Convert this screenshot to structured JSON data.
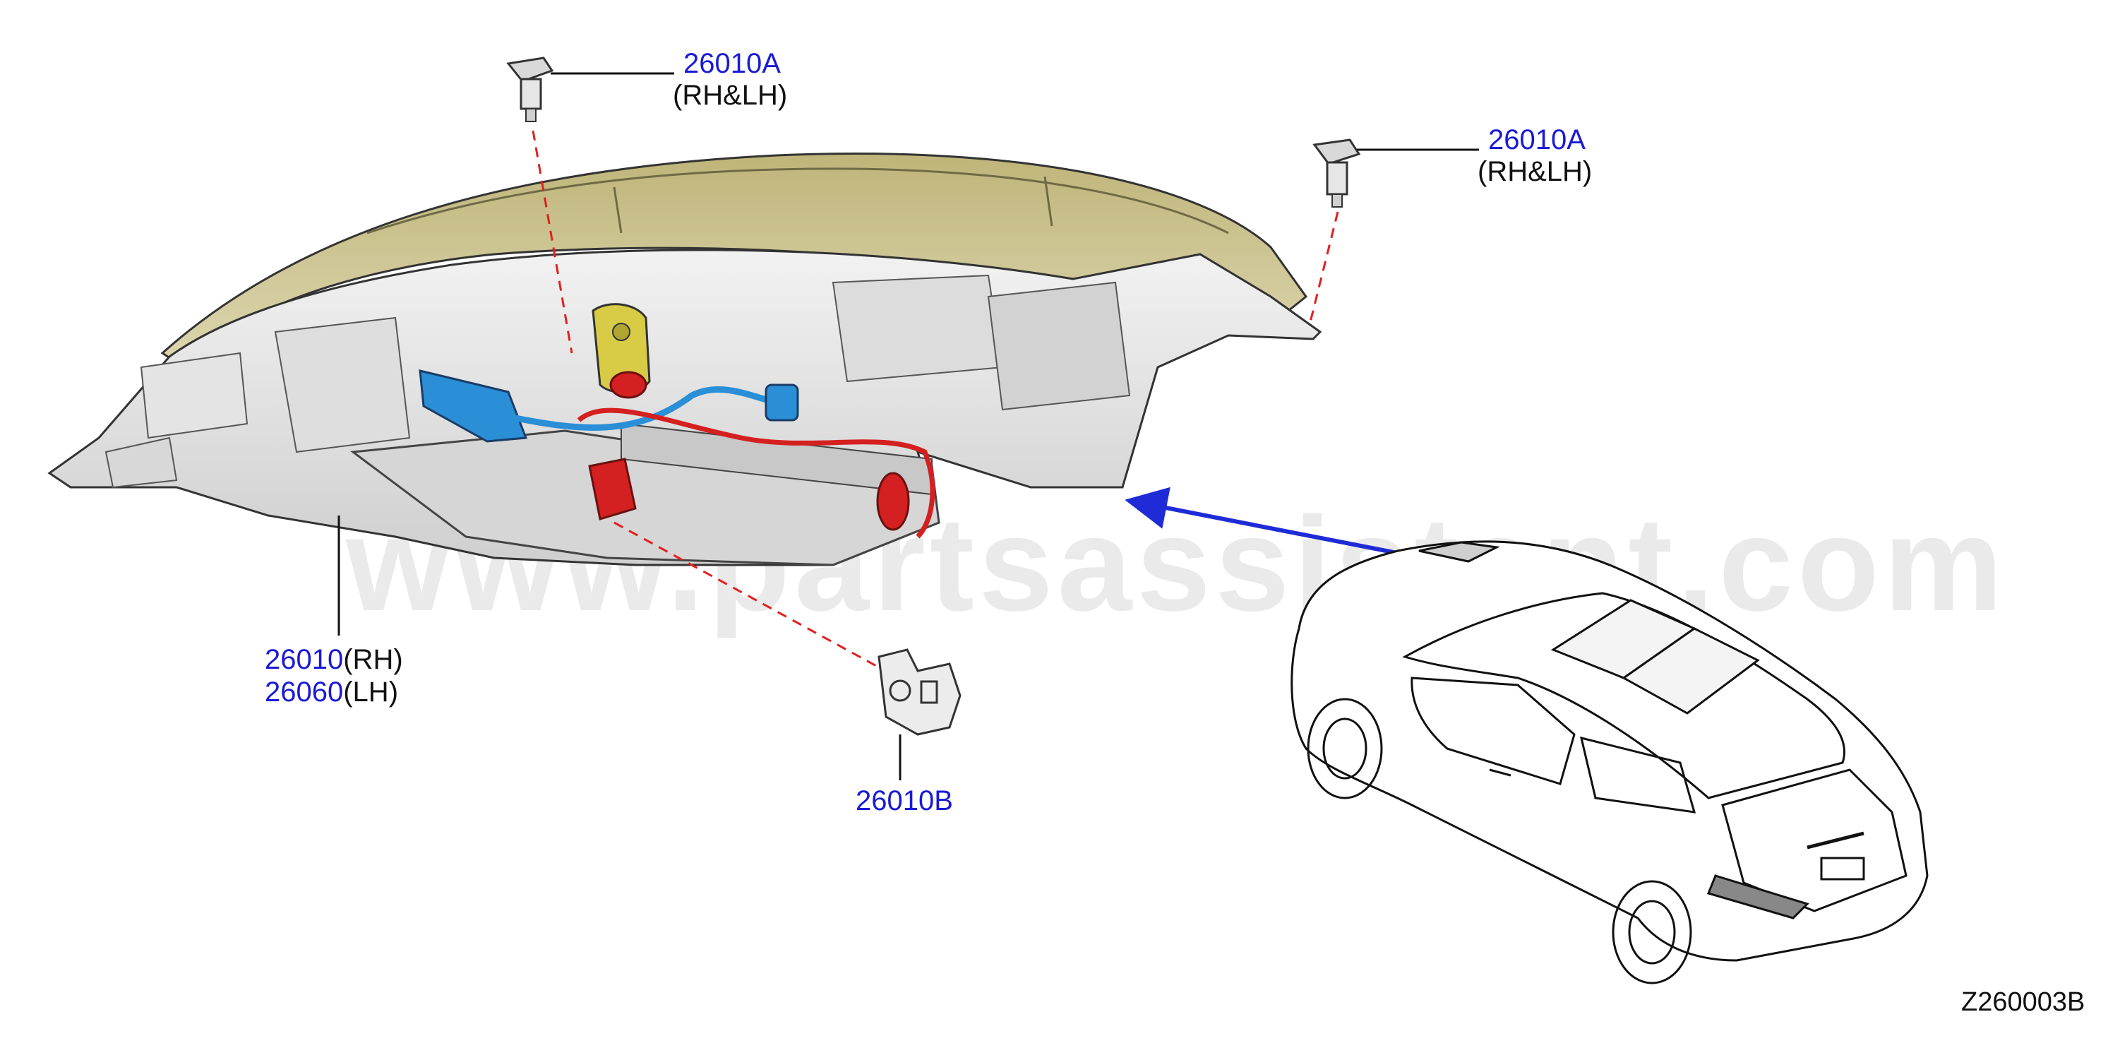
{
  "watermark": "www.partsassistant.com",
  "diagram_code": "Z260003B",
  "callouts": {
    "bolt_top": {
      "part": "26010A",
      "note": "(RH&LH)"
    },
    "bolt_right": {
      "part": "26010A",
      "note": "(RH&LH)"
    },
    "headlamp": {
      "part_rh": "26010",
      "note_rh": "(RH)",
      "part_lh": "26060",
      "note_lh": "(LH)"
    },
    "clip": {
      "part": "26010B"
    }
  },
  "colors": {
    "part_number": "#1a1ad6",
    "leader_dash": "#e02020",
    "housing": "#e8e8e8",
    "lens_tint": "#c9c08a",
    "wire_blue": "#2a8fd6",
    "wire_red": "#d42020",
    "actuator_yellow": "#d8cc46",
    "arrow": "#1e2bd6"
  },
  "icons": [
    "bolt-icon",
    "clip-icon",
    "headlamp-assembly-icon",
    "vehicle-icon",
    "location-arrow-icon"
  ]
}
